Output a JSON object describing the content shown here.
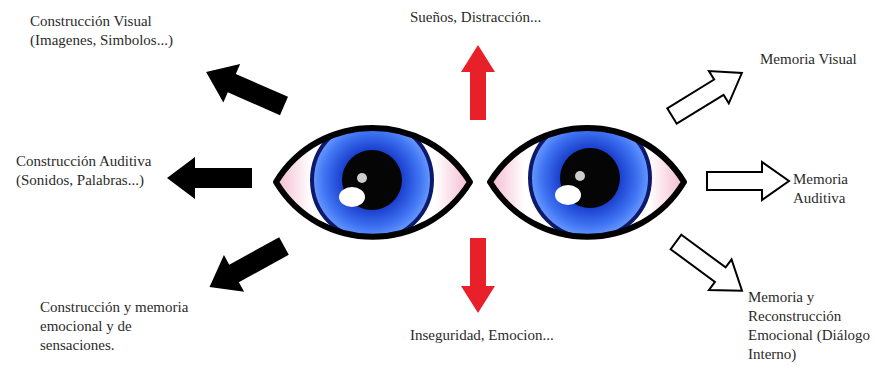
{
  "diagram": {
    "labels": [
      "Construcción Visual (Imagenes, Simbolos...)",
      "Sueños, Distracción...",
      "Memoria Visual",
      "Construcción Auditiva (Sonidos, Palabras...)",
      "Memoria Auditiva",
      "Construcción y memoria emocional y de sensaciones.",
      "Inseguridad, Emocion...",
      "Memoria y Reconstrucción Emocional (Diálogo Interno)"
    ]
  }
}
